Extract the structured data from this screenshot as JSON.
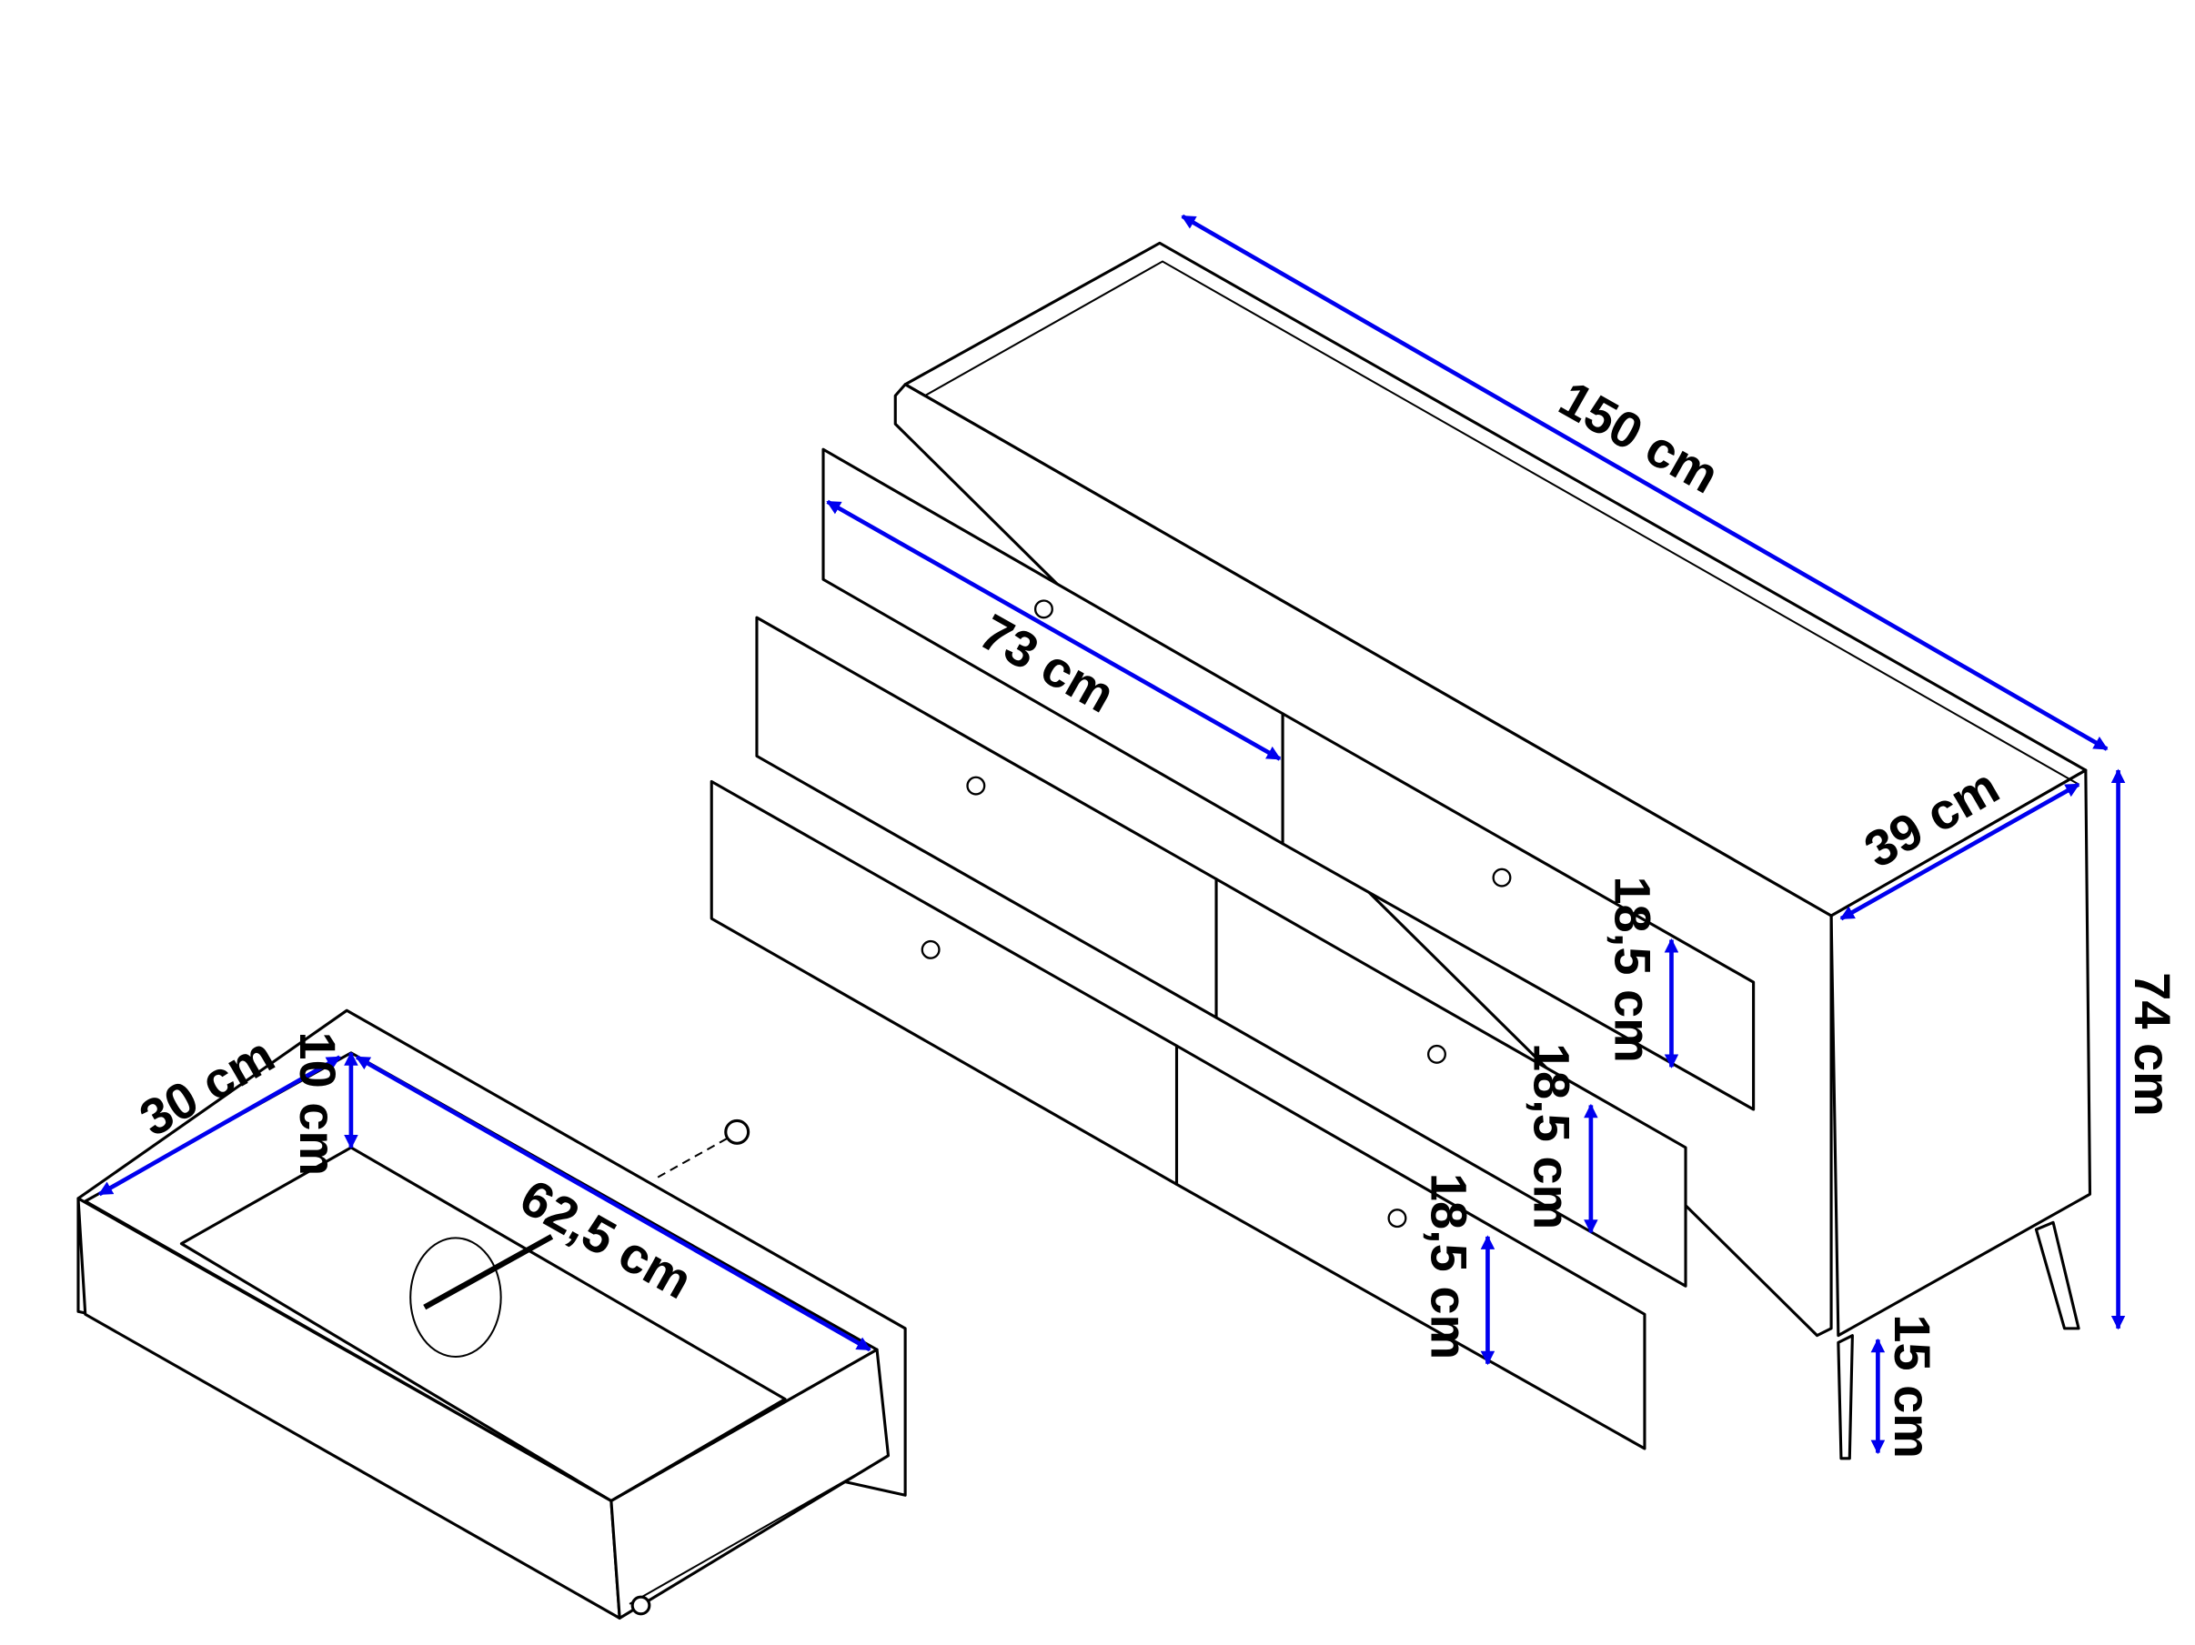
{
  "title": "Dresser dimension diagram",
  "dimension_color": "#0000ee",
  "dresser": {
    "width": "150 cm",
    "drawer_width": "73 cm",
    "depth": "39 cm",
    "height": "74 cm",
    "drawer_heights": [
      "18,5 cm",
      "18,5 cm",
      "18,5 cm"
    ],
    "leg_height": "15 cm"
  },
  "drawer_detail": {
    "depth": "30 cm",
    "height": "10 cm",
    "length": "62,5 cm"
  }
}
